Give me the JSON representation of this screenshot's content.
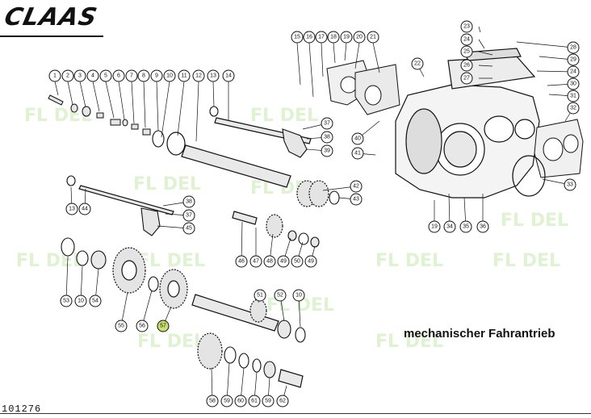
{
  "header": {
    "brand": "CLAAS"
  },
  "caption": "mechanischer Fahrantrieb",
  "document_number": "101276",
  "watermark_text": "FL DEL",
  "colors": {
    "highlight": "#c8e06e",
    "watermark": "#b9e39a",
    "line": "#111111"
  },
  "part_labels": [
    "1",
    "2",
    "3",
    "4",
    "5",
    "6",
    "7",
    "8",
    "9",
    "10",
    "11",
    "12",
    "13",
    "14",
    "15",
    "16",
    "17",
    "18",
    "19",
    "20",
    "21",
    "22",
    "23",
    "24",
    "25",
    "26",
    "27",
    "28",
    "29",
    "24",
    "30",
    "31",
    "32",
    "33",
    "34",
    "35",
    "36",
    "37",
    "38",
    "39",
    "40",
    "41",
    "42",
    "43",
    "13",
    "44",
    "38",
    "37",
    "45",
    "19",
    "46",
    "47",
    "48",
    "49",
    "50",
    "49",
    "53",
    "10",
    "54",
    "55",
    "56",
    "57",
    "51",
    "52",
    "10",
    "58",
    "59",
    "60",
    "61",
    "59",
    "62"
  ],
  "highlighted_part": "57"
}
